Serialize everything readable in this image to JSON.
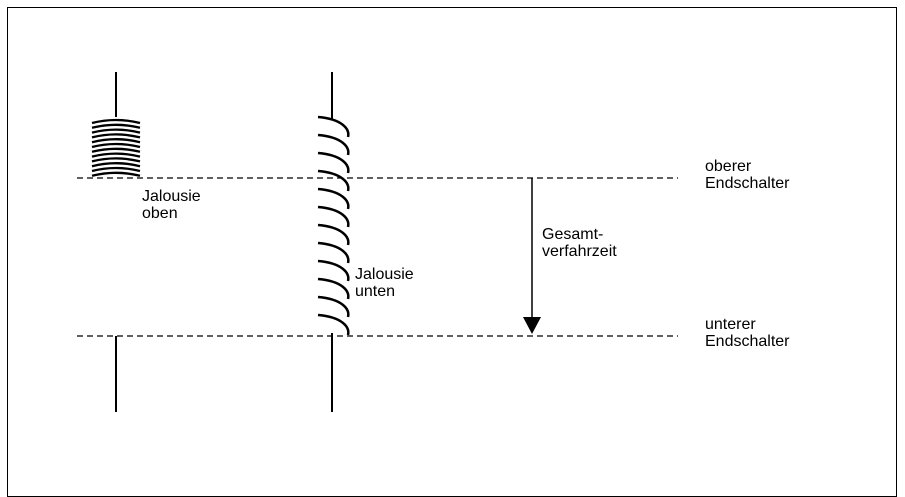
{
  "labels": {
    "blind_up": [
      "Jalousie",
      "oben"
    ],
    "blind_down": [
      "Jalousie",
      "unten"
    ],
    "total_travel_time": [
      "Gesamt-",
      "verfahrzeit"
    ],
    "upper_limit_switch": [
      "oberer",
      "Endschalter"
    ],
    "lower_limit_switch": [
      "unterer",
      "Endschalter"
    ]
  },
  "colors": {
    "line": "#000000",
    "background": "#ffffff"
  }
}
